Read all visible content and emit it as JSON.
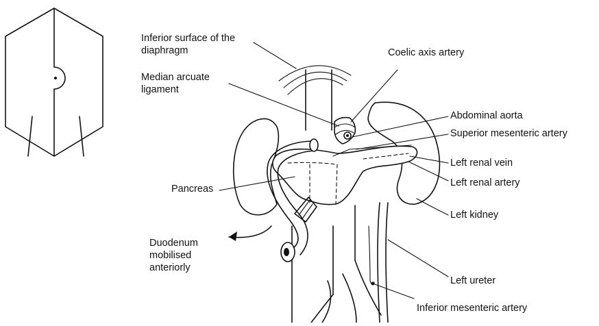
{
  "labels": {
    "inferior_surface": "Inferior surface of the diaphragm",
    "median_arcuate": "Median arcuate ligament",
    "coelic_axis": "Coelic axis artery",
    "abdominal_aorta": "Abdominal aorta",
    "superior_mesenteric": "Superior mesenteric artery",
    "left_renal_vein": "Left renal vein",
    "left_renal_artery": "Left renal artery",
    "pancreas": "Pancreas",
    "left_kidney": "Left kidney",
    "duodenum": "Duodenum mobilised anteriorly",
    "left_ureter": "Left ureter",
    "inferior_mesenteric": "Inferior mesenteric artery"
  }
}
